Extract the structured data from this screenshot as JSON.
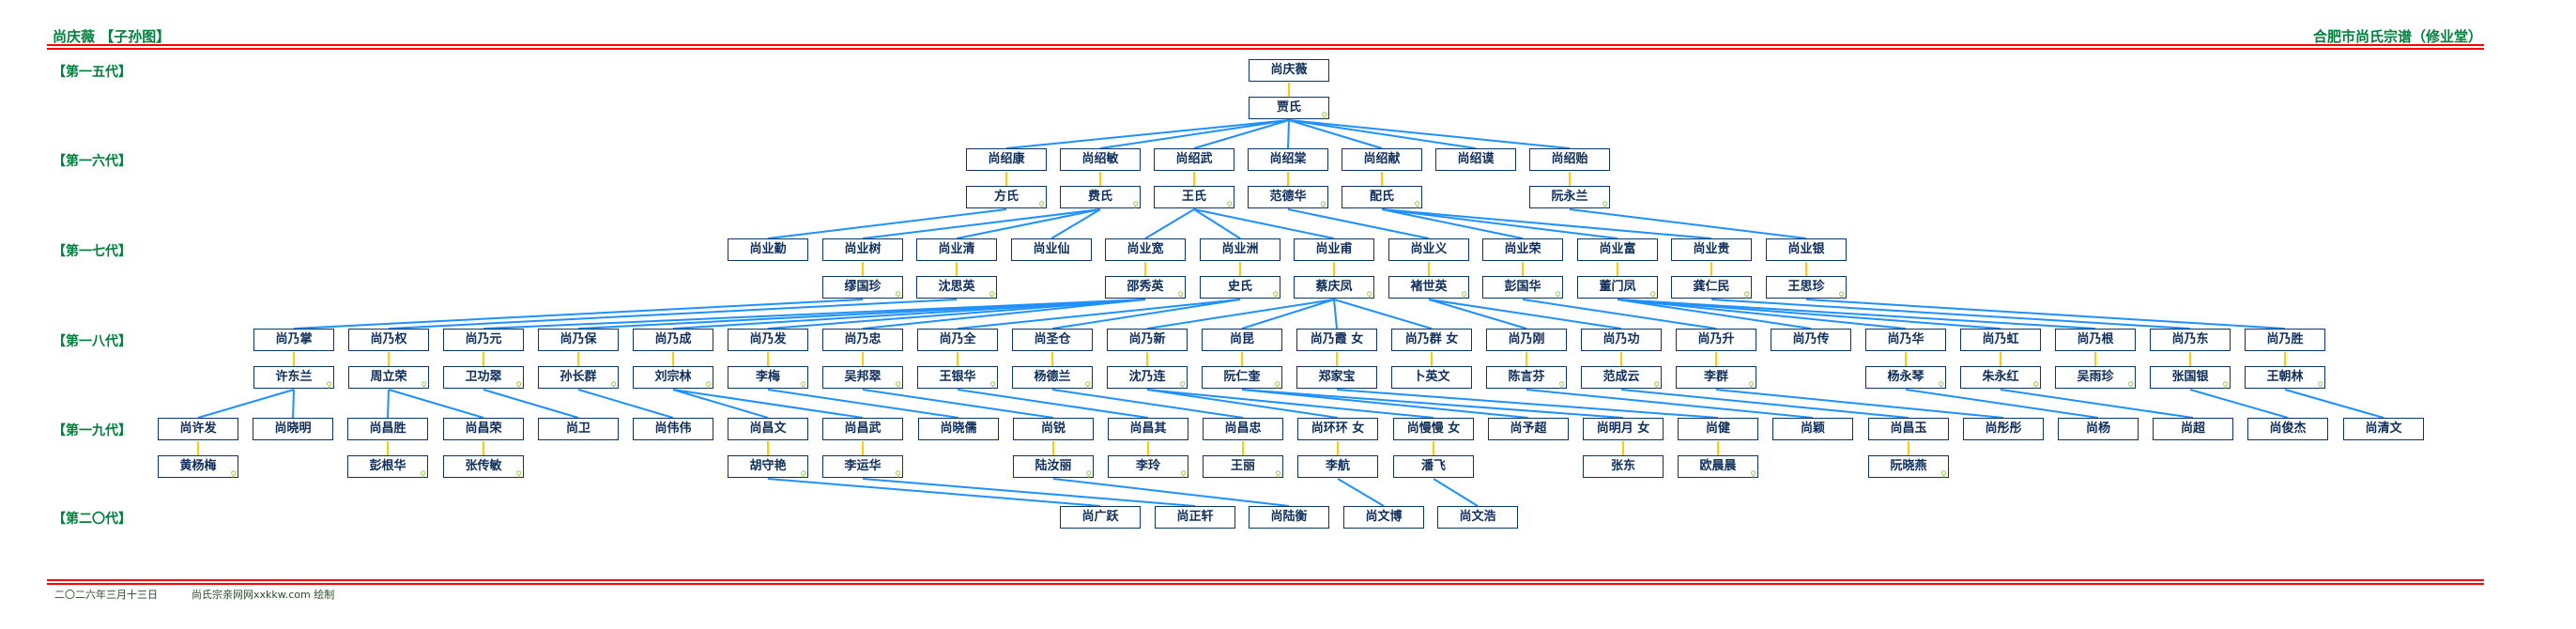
{
  "header": {
    "title": "尚庆薇 【子孙图】",
    "right_title": "合肥市尚氏宗谱（修业堂）"
  },
  "footer": {
    "date": "二〇二六年三月十三日",
    "credit": "尚氏宗亲网网xxkkw.com 绘制"
  },
  "colors": {
    "label": "#00803c",
    "rule": "#ff0000",
    "link": "#1e90ff",
    "spouse_link": "#ffcc00",
    "box_border": "#0d3466",
    "female_icon": "#8cc63f"
  },
  "female_icon": "♀",
  "generations": [
    {
      "label": "【第一五代】",
      "members": [
        {
          "name": "尚庆薇",
          "spouse": "贾氏",
          "spouse_female": true
        }
      ]
    },
    {
      "label": "【第一六代】",
      "members": [
        {
          "name": "尚绍康",
          "spouse": "方氏",
          "spouse_female": true,
          "parent": 0
        },
        {
          "name": "尚绍敏",
          "spouse": "费氏",
          "spouse_female": true,
          "parent": 0
        },
        {
          "name": "尚绍武",
          "spouse": "王氏",
          "spouse_female": true,
          "parent": 0
        },
        {
          "name": "尚绍棠",
          "spouse": "范德华",
          "spouse_female": true,
          "parent": 0
        },
        {
          "name": "尚绍献",
          "spouse": "配氏",
          "spouse_female": true,
          "parent": 0
        },
        {
          "name": "尚绍谟",
          "parent": 0
        },
        {
          "name": "尚绍贻",
          "spouse": "阮永兰",
          "spouse_female": true,
          "parent": 0
        }
      ]
    },
    {
      "label": "【第一七代】",
      "members": [
        {
          "name": "尚业勤",
          "parent": 0
        },
        {
          "name": "尚业树",
          "spouse": "缪国珍",
          "spouse_female": true,
          "parent": 1
        },
        {
          "name": "尚业清",
          "spouse": "沈思英",
          "spouse_female": true,
          "parent": 1
        },
        {
          "name": "尚业仙",
          "parent": 1
        },
        {
          "name": "尚业宽",
          "spouse": "邵秀英",
          "spouse_female": true,
          "parent": 2
        },
        {
          "name": "尚业洲",
          "spouse": "史氏",
          "spouse_female": true,
          "parent": 2
        },
        {
          "name": "尚业甫",
          "spouse": "蔡庆凤",
          "spouse_female": true,
          "parent": 2
        },
        {
          "name": "尚业义",
          "spouse": "褚世英",
          "spouse_female": true,
          "parent": 3
        },
        {
          "name": "尚业荣",
          "spouse": "彭国华",
          "spouse_female": true,
          "parent": 4
        },
        {
          "name": "尚业富",
          "spouse": "董门凤",
          "spouse_female": true,
          "parent": 4
        },
        {
          "name": "尚业贵",
          "spouse": "龚仁民",
          "spouse_female": true,
          "parent": 4
        },
        {
          "name": "尚业银",
          "spouse": "王思珍",
          "spouse_female": true,
          "parent": 6
        }
      ]
    },
    {
      "label": "【第一八代】",
      "members": [
        {
          "name": "尚乃掌",
          "spouse": "许东兰",
          "spouse_female": true,
          "parent": 1
        },
        {
          "name": "尚乃权",
          "spouse": "周立荣",
          "spouse_female": true,
          "parent": 2
        },
        {
          "name": "尚乃元",
          "spouse": "卫功翠",
          "spouse_female": true,
          "parent": 4
        },
        {
          "name": "尚乃保",
          "spouse": "孙长群",
          "spouse_female": true,
          "parent": 4
        },
        {
          "name": "尚乃成",
          "spouse": "刘宗林",
          "spouse_female": true,
          "parent": 4
        },
        {
          "name": "尚乃发",
          "spouse": "李梅",
          "spouse_female": true,
          "parent": 4
        },
        {
          "name": "尚乃忠",
          "spouse": "吴邦翠",
          "spouse_female": true,
          "parent": 4
        },
        {
          "name": "尚乃全",
          "spouse": "王银华",
          "spouse_female": true,
          "parent": 5
        },
        {
          "name": "尚圣仓",
          "spouse": "杨德兰",
          "spouse_female": true,
          "parent": 5
        },
        {
          "name": "尚乃新",
          "spouse": "沈乃连",
          "spouse_female": true,
          "parent": 6
        },
        {
          "name": "尚昆",
          "spouse": "阮仁奎",
          "spouse_female": true,
          "parent": 6
        },
        {
          "name": "尚乃霞 女",
          "spouse": "郑家宝",
          "spouse_female": false,
          "parent": 6
        },
        {
          "name": "尚乃群 女",
          "spouse": "卜英文",
          "spouse_female": false,
          "parent": 6
        },
        {
          "name": "尚乃刚",
          "spouse": "陈言芬",
          "spouse_female": true,
          "parent": 7
        },
        {
          "name": "尚乃功",
          "spouse": "范成云",
          "spouse_female": true,
          "parent": 7
        },
        {
          "name": "尚乃升",
          "spouse": "李群",
          "spouse_female": true,
          "parent": 8
        },
        {
          "name": "尚乃传",
          "parent": 9
        },
        {
          "name": "尚乃华",
          "spouse": "杨永琴",
          "spouse_female": true,
          "parent": 9
        },
        {
          "name": "尚乃虹",
          "spouse": "朱永红",
          "spouse_female": true,
          "parent": 9
        },
        {
          "name": "尚乃根",
          "spouse": "吴雨珍",
          "spouse_female": true,
          "parent": 9
        },
        {
          "name": "尚乃东",
          "spouse": "张国银",
          "spouse_female": true,
          "parent": 10
        },
        {
          "name": "尚乃胜",
          "spouse": "王朝林",
          "spouse_female": true,
          "parent": 11
        }
      ]
    },
    {
      "label": "【第一九代】",
      "members": [
        {
          "name": "尚许发",
          "spouse": "黄杨梅",
          "spouse_female": true,
          "parent": 0
        },
        {
          "name": "尚晓明",
          "parent": 0
        },
        {
          "name": "尚昌胜",
          "spouse": "彭根华",
          "spouse_female": true,
          "parent": 1
        },
        {
          "name": "尚昌荣",
          "spouse": "张传敏",
          "spouse_female": true,
          "parent": 1
        },
        {
          "name": "尚卫",
          "parent": 2
        },
        {
          "name": "尚伟伟",
          "parent": 3
        },
        {
          "name": "尚昌文",
          "spouse": "胡守艳",
          "spouse_female": true,
          "parent": 4
        },
        {
          "name": "尚昌武",
          "spouse": "李运华",
          "spouse_female": true,
          "parent": 4
        },
        {
          "name": "尚晓儒",
          "parent": 5
        },
        {
          "name": "尚锐",
          "spouse": "陆汝丽",
          "spouse_female": true,
          "parent": 6
        },
        {
          "name": "尚昌其",
          "spouse": "李玲",
          "spouse_female": true,
          "parent": 7
        },
        {
          "name": "尚昌忠",
          "spouse": "王丽",
          "spouse_female": true,
          "parent": 8
        },
        {
          "name": "尚环环 女",
          "spouse": "李航",
          "spouse_female": false,
          "parent": 9
        },
        {
          "name": "尚慢慢 女",
          "spouse": "潘飞",
          "spouse_female": false,
          "parent": 9
        },
        {
          "name": "尚予超",
          "parent": 10
        },
        {
          "name": "尚明月 女",
          "spouse": "张东",
          "spouse_female": false,
          "parent": 10
        },
        {
          "name": "尚健",
          "spouse": "欧晨晨",
          "spouse_female": true,
          "parent": 11
        },
        {
          "name": "尚颖",
          "parent": 13
        },
        {
          "name": "尚昌玉",
          "spouse": "阮晓燕",
          "spouse_female": true,
          "parent": 14
        },
        {
          "name": "尚彤彤",
          "parent": 15
        },
        {
          "name": "尚杨",
          "parent": 17
        },
        {
          "name": "尚超",
          "parent": 18
        },
        {
          "name": "尚俊杰",
          "parent": 20
        },
        {
          "name": "尚清文",
          "parent": 21
        }
      ]
    },
    {
      "label": "【第二〇代】",
      "members": [
        {
          "name": "尚广跃",
          "parent": 6
        },
        {
          "name": "尚正轩",
          "parent": 7
        },
        {
          "name": "尚陆衡",
          "parent": 9
        },
        {
          "name": "尚文博",
          "parent": 12
        },
        {
          "name": "尚文浩",
          "parent": 13
        }
      ]
    }
  ]
}
